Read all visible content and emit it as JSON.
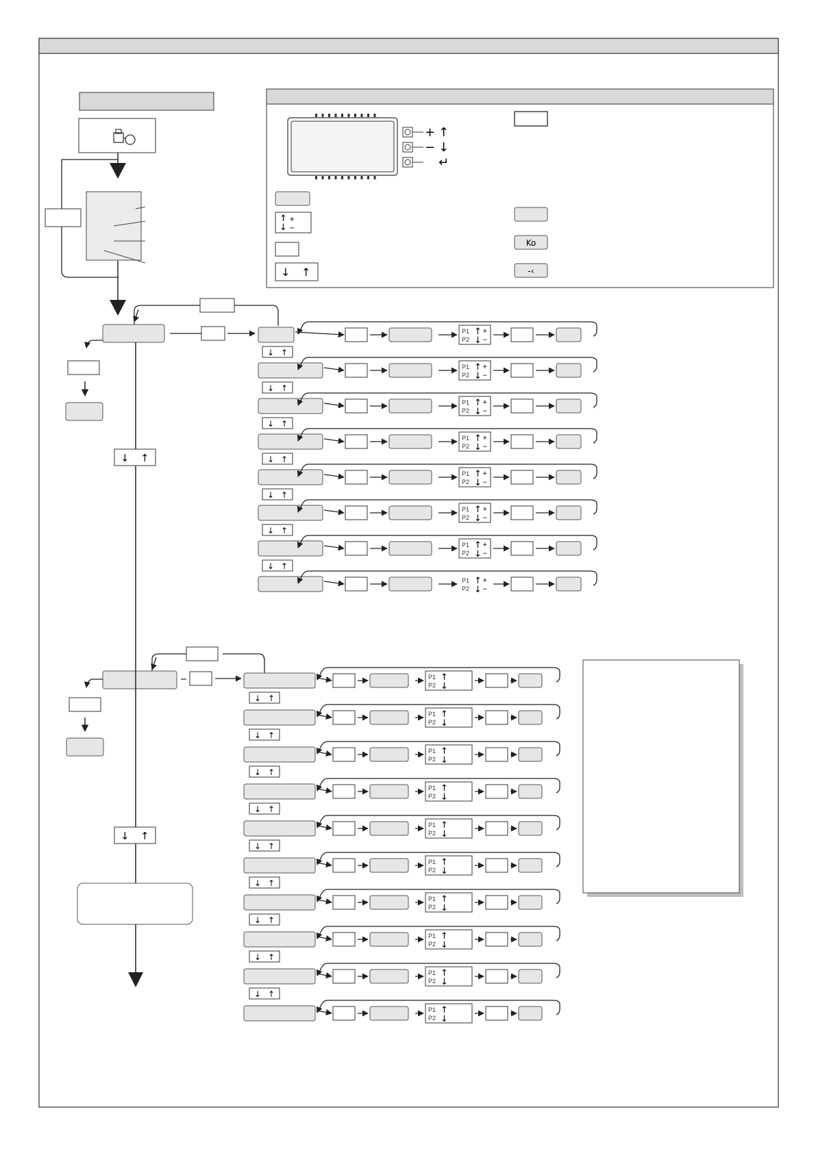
{
  "legend": {
    "p_labels": {
      "p1": "P1",
      "p2": "P2"
    },
    "plus": "+",
    "minus": "−",
    "key_icon": "key-icon",
    "ko_label": "Ko",
    "enter_icon": "enter-arrow-icon",
    "up_arrow_icon": "up-arrow-icon",
    "down_arrow_icon": "down-arrow-icon"
  },
  "section1": {
    "rows": 8,
    "last_row_unboxed_p_key": true
  },
  "section2": {
    "rows": 10
  }
}
